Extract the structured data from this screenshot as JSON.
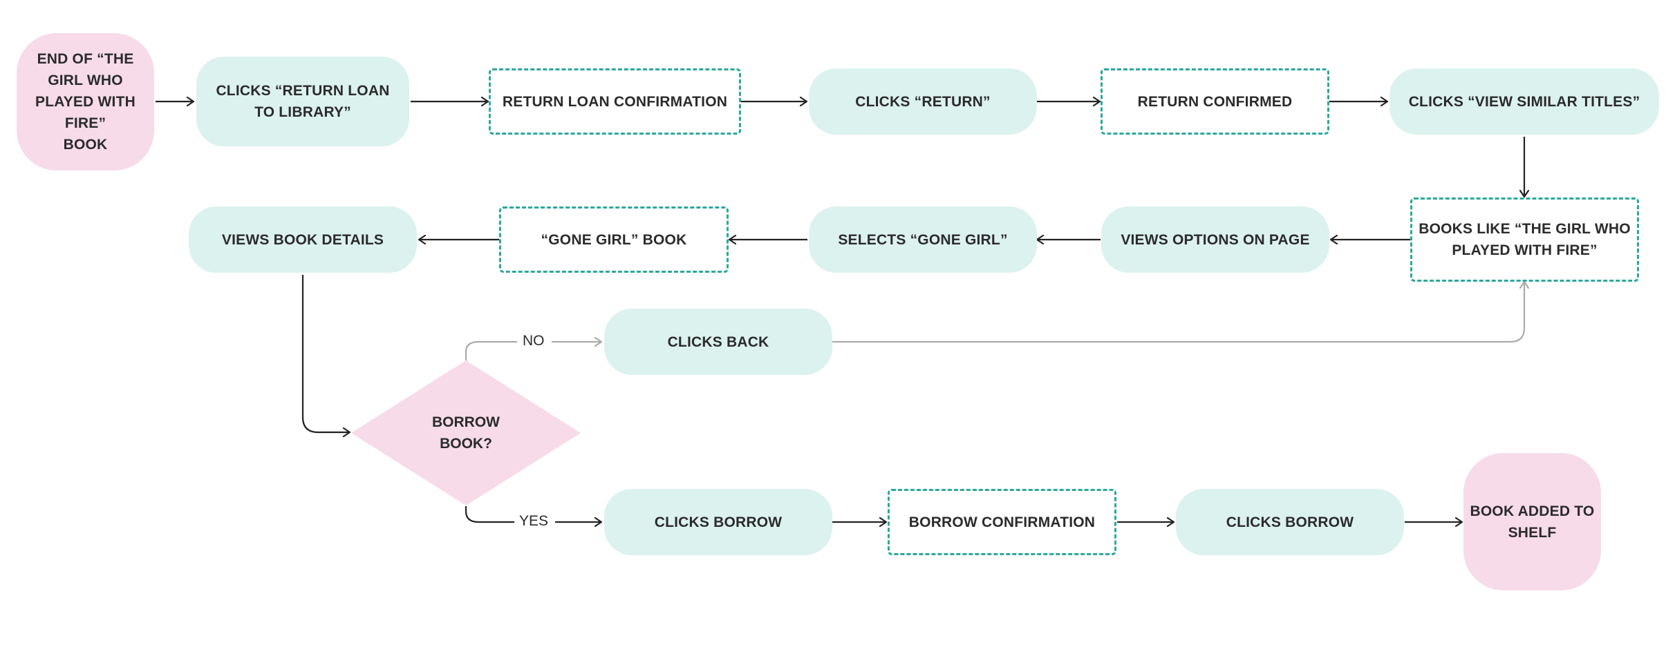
{
  "diagram": {
    "nodes": {
      "start": "END OF  “THE\nGIRL WHO\nPLAYED WITH\nFIRE”\nBOOK",
      "return_loan": "CLICKS “RETURN LOAN\nTO LIBRARY”",
      "return_loan_confirmation": "RETURN LOAN CONFIRMATION",
      "clicks_return": "CLICKS “RETURN”",
      "return_confirmed": "RETURN CONFIRMED",
      "view_similar": "CLICKS “VIEW SIMILAR TITLES”",
      "books_like": "BOOKS LIKE “THE GIRL WHO\nPLAYED WITH FIRE”",
      "views_options": "VIEWS OPTIONS ON PAGE",
      "selects_gone_girl": "SELECTS “GONE GIRL”",
      "gone_girl_book": "“GONE GIRL” BOOK",
      "views_details": "VIEWS BOOK DETAILS",
      "decision": "BORROW\nBOOK?",
      "clicks_back": "CLICKS BACK",
      "clicks_borrow_1": "CLICKS BORROW",
      "borrow_confirmation": "BORROW CONFIRMATION",
      "clicks_borrow_2": "CLICKS BORROW",
      "end": "BOOK ADDED TO\nSHELF"
    },
    "edge_labels": {
      "no": "NO",
      "yes": "YES"
    },
    "colors": {
      "action_fill": "#dcf2ef",
      "screen_border": "#2aa99a",
      "terminal_fill": "#f7dbe9",
      "arrow": "#222222",
      "back_arrow": "#aaaaaa"
    }
  }
}
